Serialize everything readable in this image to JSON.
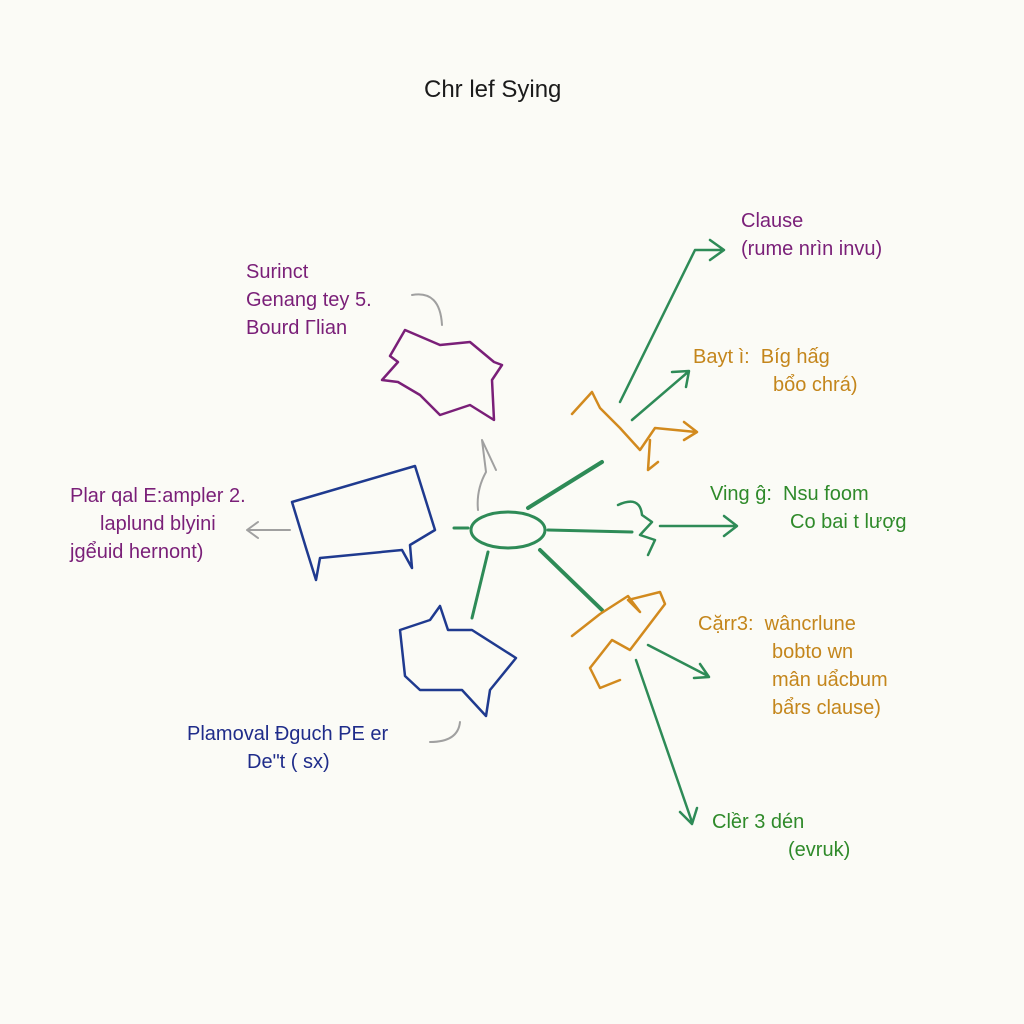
{
  "title": "Chr lef Sying",
  "colors": {
    "purple": "#7a1f78",
    "navy": "#1f3a8f",
    "orange": "#d28a1e",
    "green": "#2e8b57",
    "gray": "#9a9a9a"
  },
  "nodes": {
    "top_right": {
      "lines": [
        "Clause",
        "(rume nrìn invu)"
      ]
    },
    "right_1": {
      "lines": [
        "Bayt ì:  Bíg hấg",
        "bổo chrá)"
      ]
    },
    "right_2": {
      "lines": [
        "Ving ĝ:  Nsu foom",
        "Co bai t lượg"
      ]
    },
    "right_3": {
      "lines": [
        "Cặrr3:  wâncrlune",
        "bobto wn",
        "mân uẩcbum",
        "bẩrs clause)"
      ]
    },
    "bottom_right": {
      "lines": [
        "Clềr 3 dén",
        "(evruk)"
      ]
    },
    "top_left": {
      "lines": [
        "Surinct",
        "Genang tey 5.",
        "Bourd Γlian"
      ]
    },
    "left": {
      "lines": [
        "Plar qal E:ampler 2.",
        "laplund blyini",
        "jgểuid hernont)"
      ]
    },
    "bottom_left": {
      "lines": [
        "Plamoval Ðguch PE er",
        "Deʺt ( sx)"
      ]
    }
  }
}
